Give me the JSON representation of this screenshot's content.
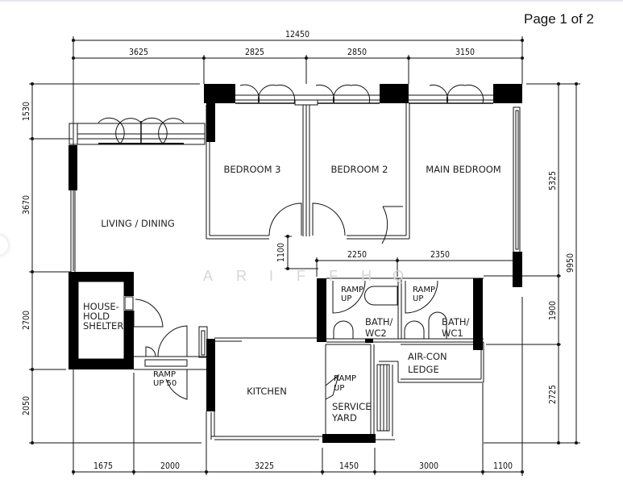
{
  "header": {
    "page_indicator": "Page 1 of 2"
  },
  "floor_plan": {
    "watermark": [
      "A",
      "R",
      "I",
      "F",
      "F",
      "H",
      "Q"
    ],
    "rooms": {
      "bedroom_3": "BEDROOM 3",
      "bedroom_2": "BEDROOM 2",
      "main_bedroom": "MAIN BEDROOM",
      "living_dining": "LIVING / DINING",
      "household_shelter": [
        "HOUSE-",
        "HOLD",
        "SHELTER"
      ],
      "bath_wc2": [
        "BATH/",
        "WC2"
      ],
      "bath_wc1": [
        "BATH/",
        "WC1"
      ],
      "aircon_ledge": [
        "AIR-CON",
        "LEDGE"
      ],
      "kitchen": "KITCHEN",
      "service_yard": [
        "SERVICE",
        "YARD"
      ]
    },
    "annotations": {
      "ramp_up_wc2": [
        "RAMP",
        "UP"
      ],
      "ramp_up_wc1": [
        "RAMP",
        "UP"
      ],
      "ramp_up_yard": [
        "RAMP",
        "UP"
      ],
      "ramp_up_50": [
        "RAMP",
        "UP 50"
      ]
    },
    "dimensions": {
      "top_total": "12450",
      "top": [
        "3625",
        "2825",
        "2850",
        "3150"
      ],
      "bottom": [
        "1675",
        "2000",
        "3225",
        "1450",
        "3000",
        "1100"
      ],
      "left": [
        "1530",
        "3670",
        "2700",
        "2050"
      ],
      "right_inner": [
        "5325",
        "1900",
        "2725"
      ],
      "right_total": "9950",
      "interior": {
        "corridor_width": "1100",
        "wc2_width": "2250",
        "wc1_width": "2350"
      }
    }
  }
}
